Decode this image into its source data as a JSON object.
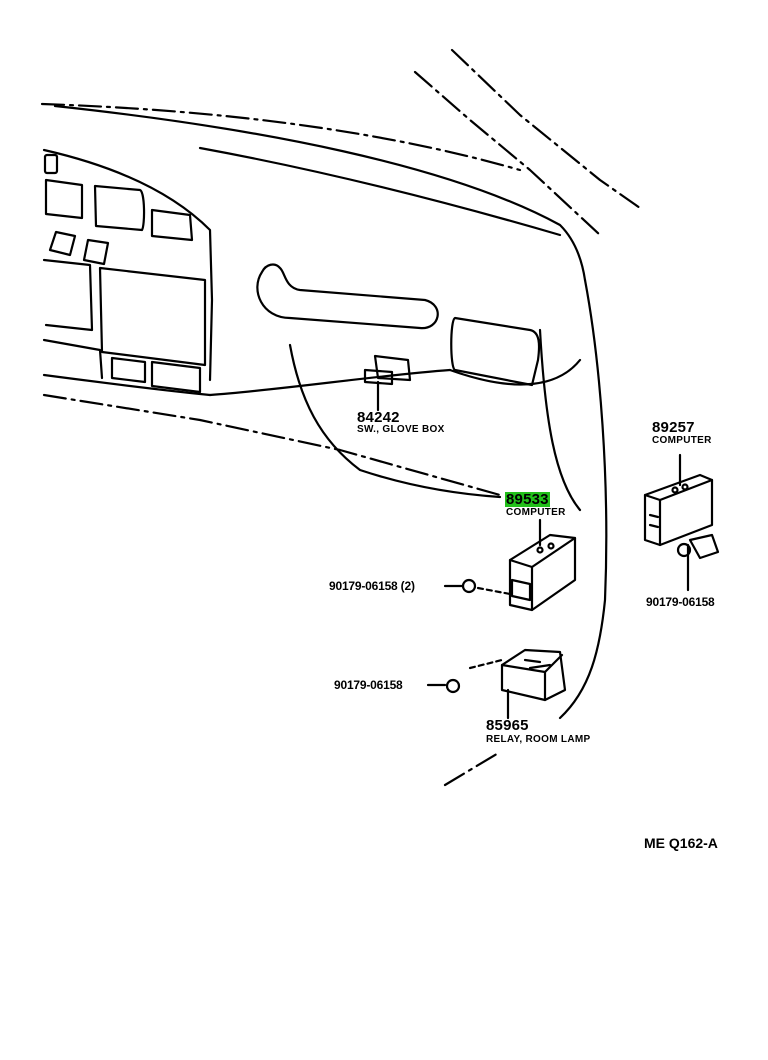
{
  "callouts": [
    {
      "id": "glovebox_switch",
      "number": "84242",
      "description": "SW., GLOVE BOX"
    },
    {
      "id": "computer_main",
      "number": "89533",
      "description": "COMPUTER",
      "highlighted": true,
      "highlight_color": "#22c01a"
    },
    {
      "id": "computer_side",
      "number": "89257",
      "description": "COMPUTER"
    },
    {
      "id": "relay",
      "number": "85965",
      "description": "RELAY, ROOM LAMP"
    }
  ],
  "fasteners": [
    {
      "id": "nut_a",
      "part_number": "90179-06158 (2)"
    },
    {
      "id": "nut_b",
      "part_number": "90179-06158"
    },
    {
      "id": "nut_c",
      "part_number": "90179-06158"
    }
  ],
  "drawing_code": "ME Q162-A"
}
